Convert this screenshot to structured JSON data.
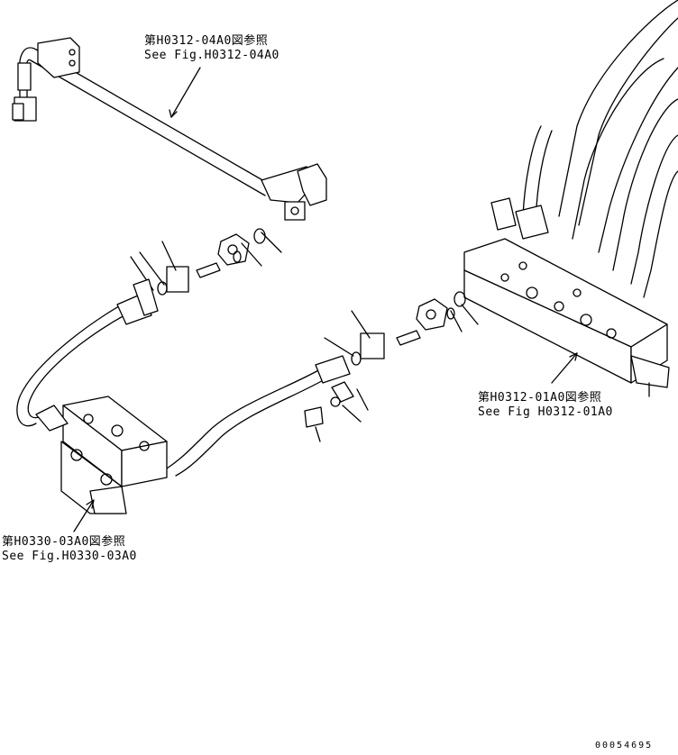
{
  "callouts": [
    {
      "id": "ref-h0312-04a0",
      "jp": "第H0312-04A0図参照",
      "en": "See Fig.H0312-04A0"
    },
    {
      "id": "ref-h0312-01a0",
      "jp": "第H0312-01A0図参照",
      "en": "See Fig H0312-01A0"
    },
    {
      "id": "ref-h0330-03a0",
      "jp": "第H0330-03A0図参照",
      "en": "See Fig.H0330-03A0"
    }
  ],
  "document_number": "00054695",
  "colors": {
    "line": "#000000",
    "background": "#ffffff"
  }
}
